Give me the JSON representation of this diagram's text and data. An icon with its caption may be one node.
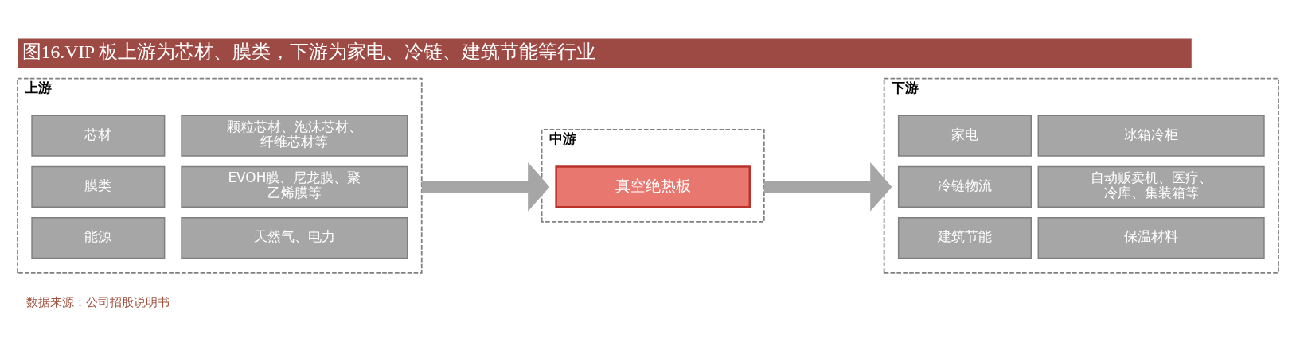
{
  "diagram": {
    "title": "图16.VIP 板上游为芯材、膜类，下游为家电、冷链、建筑节能等行业",
    "caption": "数据来源：公司招股说明书",
    "nodes": [
      {
        "text": [
          "上游"
        ]
      },
      {
        "text": [
          "芯材"
        ],
        "in": 0
      },
      {
        "text": [
          "颗粒芯材、泡沫芯材、纤维芯材等"
        ],
        "in": 0
      },
      {
        "text": [
          "膜类"
        ],
        "in": 0
      },
      {
        "text": [
          "EVOH膜、尼龙膜、聚乙烯膜等"
        ],
        "in": 0
      },
      {
        "text": [
          "能源"
        ],
        "in": 0
      },
      {
        "text": [
          "天然气、电力"
        ],
        "in": 0
      },
      {
        "text": [
          "中游"
        ]
      },
      {
        "text": [
          "真空绝热板"
        ],
        "in": 7
      },
      {
        "text": [
          "下游"
        ]
      },
      {
        "text": [
          "家电"
        ],
        "in": 9
      },
      {
        "text": [
          "冰箱冷柜"
        ],
        "in": 9
      },
      {
        "text": [
          "冷链物流"
        ],
        "in": 9
      },
      {
        "text": [
          "自动贩卖机、医疗、冷库、集装箱等"
        ],
        "in": 9
      },
      {
        "text": [
          "建筑节能"
        ],
        "in": 9
      },
      {
        "text": [
          "保温材料"
        ],
        "in": 9
      }
    ],
    "edges": [
      {
        "from": 0,
        "to": 7,
        "arrow": "to"
      },
      {
        "from": 7,
        "to": 9,
        "arrow": "to"
      }
    ]
  }
}
